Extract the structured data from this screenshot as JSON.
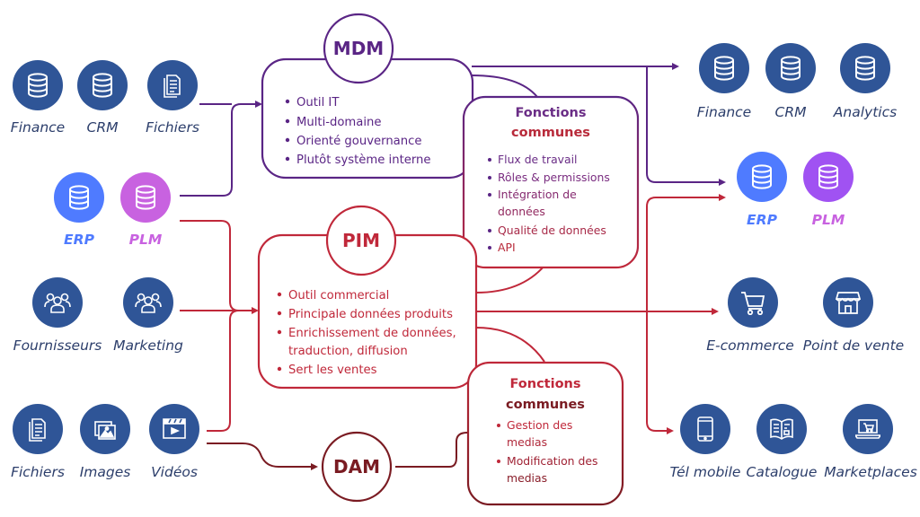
{
  "colors": {
    "icon_blue": "#2f5597",
    "erp_blue": "#4f7bff",
    "plm_violet_left": "#c862e0",
    "plm_violet_right": "#a052f2",
    "label_navy": "#2c3e6b",
    "mdm_purple": "#5a2585",
    "pim_red": "#c0283a",
    "dam_maroon": "#7a1b22",
    "fc_title_top": "#6a2d86",
    "fc_title_bottom": "#b82a3a"
  },
  "sources": {
    "top": [
      {
        "label": "Finance",
        "icon": "database-icon"
      },
      {
        "label": "CRM",
        "icon": "database-icon"
      },
      {
        "label": "Fichiers",
        "icon": "document-icon"
      }
    ],
    "middle": [
      {
        "label": "ERP",
        "icon": "database-icon"
      },
      {
        "label": "PLM",
        "icon": "database-icon"
      }
    ],
    "people": [
      {
        "label": "Fournisseurs",
        "icon": "people-group-icon"
      },
      {
        "label": "Marketing",
        "icon": "people-group-icon"
      }
    ],
    "media": [
      {
        "label": "Fichiers",
        "icon": "document-icon"
      },
      {
        "label": "Images",
        "icon": "image-gallery-icon"
      },
      {
        "label": "Vidéos",
        "icon": "video-clapper-icon"
      }
    ]
  },
  "hubs": {
    "mdm": {
      "title": "MDM",
      "bullets": [
        "Outil IT",
        "Multi-domaine",
        "Orienté gouvernance",
        "Plutôt système interne"
      ]
    },
    "pim": {
      "title": "PIM",
      "bullets": [
        "Outil commercial",
        "Principale données produits",
        "Enrichissement de données,",
        "traduction, diffusion",
        "Sert les ventes"
      ]
    },
    "dam": {
      "title": "DAM"
    }
  },
  "functions_mdm_pim": {
    "title_line1": "Fonctions",
    "title_line2": "communes",
    "bullets": [
      "Flux de travail",
      "Rôles & permissions",
      "Intégration de",
      "données",
      "Qualité de données",
      "API"
    ]
  },
  "functions_pim_dam": {
    "title_line1": "Fonctions",
    "title_line2": "communes",
    "bullets": [
      "Gestion des",
      "medias",
      "Modification des",
      "medias"
    ]
  },
  "targets": {
    "top": [
      {
        "label": "Finance",
        "icon": "database-icon"
      },
      {
        "label": "CRM",
        "icon": "database-icon"
      },
      {
        "label": "Analytics",
        "icon": "database-icon"
      }
    ],
    "middle": [
      {
        "label": "ERP",
        "icon": "database-icon"
      },
      {
        "label": "PLM",
        "icon": "database-icon"
      }
    ],
    "sales": [
      {
        "label": "E-commerce",
        "icon": "shopping-cart-icon"
      },
      {
        "label": "Point de vente",
        "icon": "storefront-icon"
      }
    ],
    "channels": [
      {
        "label": "Tél mobile",
        "icon": "mobile-phone-icon"
      },
      {
        "label": "Catalogue",
        "icon": "open-catalog-icon"
      },
      {
        "label": "Marketplaces",
        "icon": "laptop-cart-icon"
      }
    ]
  }
}
